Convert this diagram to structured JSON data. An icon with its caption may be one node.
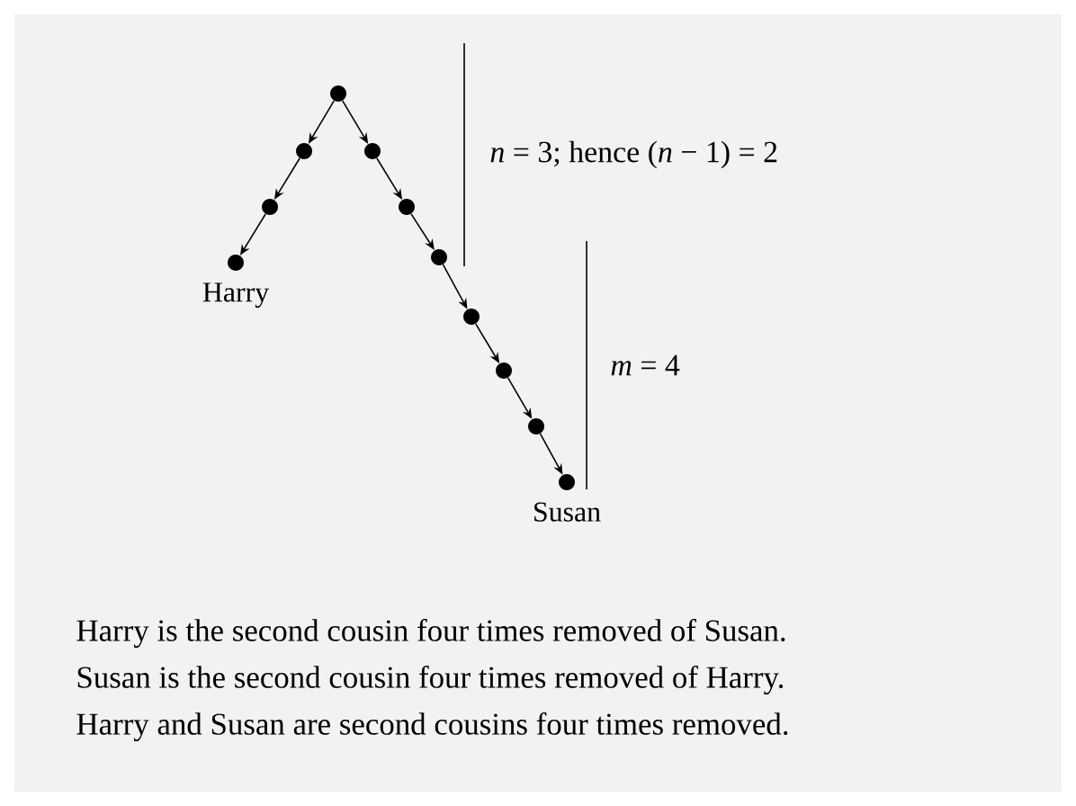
{
  "diagram": {
    "nodes": [
      {
        "text": [],
        "shape": "circle"
      },
      {
        "text": [],
        "shape": "circle"
      },
      {
        "text": [],
        "shape": "circle"
      },
      {
        "text": [],
        "shape": "circle",
        "beside": [
          "Harry"
        ]
      },
      {
        "text": [],
        "shape": "circle"
      },
      {
        "text": [],
        "shape": "circle"
      },
      {
        "text": [],
        "shape": "circle"
      },
      {
        "text": [],
        "shape": "circle"
      },
      {
        "text": [],
        "shape": "circle"
      },
      {
        "text": [],
        "shape": "circle"
      },
      {
        "text": [],
        "shape": "circle",
        "beside": [
          "Susan"
        ]
      }
    ],
    "edges": [
      {
        "from": 0,
        "to": 1,
        "arrow": "to"
      },
      {
        "from": 1,
        "to": 2,
        "arrow": "to"
      },
      {
        "from": 2,
        "to": 3,
        "arrow": "to"
      },
      {
        "from": 0,
        "to": 4,
        "arrow": "to"
      },
      {
        "from": 4,
        "to": 5,
        "arrow": "to"
      },
      {
        "from": 5,
        "to": 6,
        "arrow": "to"
      },
      {
        "from": 6,
        "to": 7,
        "arrow": "to"
      },
      {
        "from": 7,
        "to": 8,
        "arrow": "to"
      },
      {
        "from": 8,
        "to": 9,
        "arrow": "to"
      },
      {
        "from": 9,
        "to": 10,
        "arrow": "to"
      }
    ],
    "labels": [
      "*n* = 3; hence (*n* − 1) = 2",
      "*m* = 4",
      "Harry is the second cousin four times removed of Susan.",
      "Susan is the second cousin four times removed of Harry.",
      "Harry and Susan are second cousins four times removed."
    ]
  }
}
